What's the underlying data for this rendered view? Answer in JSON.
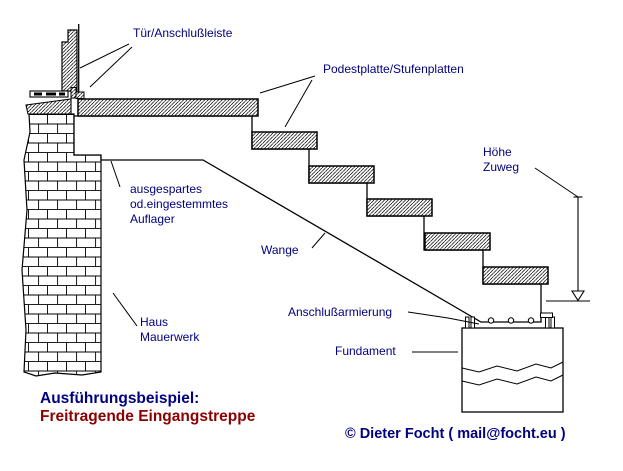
{
  "diagram": {
    "labels": {
      "door": "Tür/Anschlußleiste",
      "platform": "Podestplatte/Stufenplatten",
      "support": "ausgespartes\nod.eingestemmtes\nAuflager",
      "stringer": "Wange",
      "height": "Höhe\nZuweg",
      "wall": "Haus\nMauerwerk",
      "rebar": "Anschlußarmierung",
      "foundation": "Fundament"
    },
    "title_line1": "Ausführungsbeispiel:",
    "title_line2": "Freitragende Eingangstreppe",
    "copyright": "© Dieter Focht ( mail@focht.eu )",
    "colors": {
      "label_text": "#000080",
      "title1_text": "#000080",
      "title2_text": "#8B0000",
      "line": "#000000",
      "background": "#ffffff"
    }
  }
}
